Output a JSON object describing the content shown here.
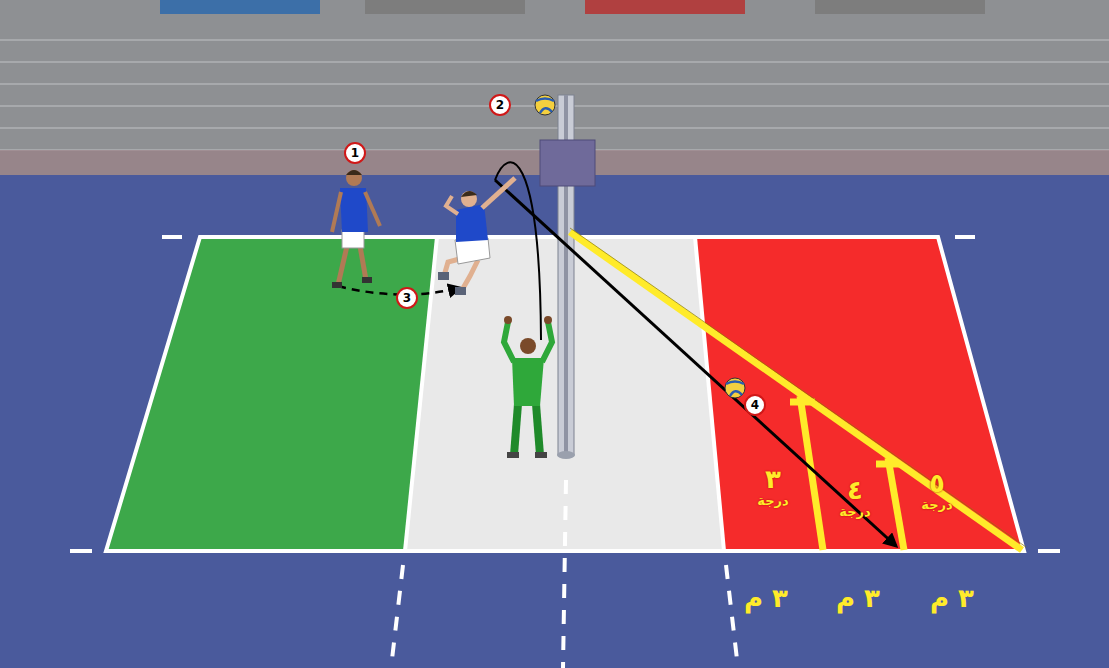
{
  "diagram": {
    "nodes": [
      {
        "text": [
          "1"
        ]
      },
      {
        "text": [
          "2"
        ]
      },
      {
        "text": [
          "3"
        ]
      },
      {
        "text": [
          "4"
        ]
      },
      {
        "text": [
          "٣",
          "درجة"
        ]
      },
      {
        "text": [
          "٤",
          "درجة"
        ]
      },
      {
        "text": [
          "٥",
          "درجة"
        ]
      }
    ],
    "labels": [
      "٣ م",
      "٣ م",
      "٣ م"
    ]
  }
}
